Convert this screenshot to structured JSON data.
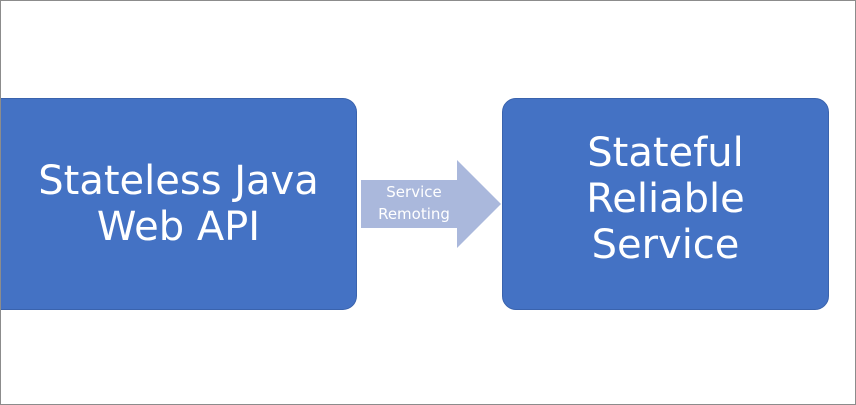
{
  "diagram": {
    "source_box": {
      "lines": [
        "Stateless Java",
        "Web API"
      ]
    },
    "connector": {
      "lines": [
        "Service",
        "Remoting"
      ]
    },
    "target_box": {
      "lines": [
        "Stateful",
        "Reliable",
        "Service"
      ]
    }
  },
  "colors": {
    "box_fill": "#4472c4",
    "arrow_fill": "#aab8dc",
    "text": "#ffffff"
  }
}
